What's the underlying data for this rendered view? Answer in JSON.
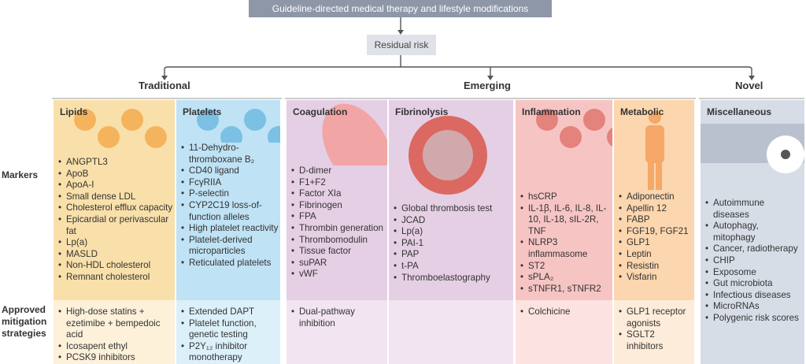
{
  "top": "Guideline-directed medical therapy and lifestyle modifications",
  "residual": "Residual risk",
  "headings": {
    "traditional": "Traditional",
    "emerging": "Emerging",
    "novel": "Novel"
  },
  "rows": {
    "markers": "Markers",
    "strategies": "Approved mitigation strategies"
  },
  "columns": [
    {
      "key": "lipids",
      "title": "Lipids",
      "colors": {
        "markers": "#f9e0aa",
        "strategies": "#fdf1da"
      },
      "markers": [
        "ANGPTL3",
        "ApoB",
        "ApoA-I",
        "Small dense LDL",
        "Cholesterol efflux capacity",
        "Epicardial or perivascular fat",
        "Lp(a)",
        "MASLD",
        "Non-HDL cholesterol",
        "Remnant cholesterol"
      ],
      "strategies": [
        "High-dose statins + ezetimibe + bempedoic acid",
        "Icosapent ethyl",
        "PCSK9 inhibitors"
      ]
    },
    {
      "key": "platelets",
      "title": "Platelets",
      "colors": {
        "markers": "#bfe2f4",
        "strategies": "#dcf0fa"
      },
      "markers": [
        "11-Dehydro-thromboxane B₂",
        "CD40 ligand",
        "FcγRIIA",
        "P-selectin",
        "CYP2C19 loss-of-function alleles",
        "High platelet reactivity",
        "Platelet-derived microparticles",
        "Reticulated platelets"
      ],
      "strategies": [
        "Extended DAPT",
        "Platelet function, genetic testing",
        "P2Y₁₂ inhibitor monotherapy"
      ]
    },
    {
      "key": "coagulation",
      "title": "Coagulation",
      "colors": {
        "markers": "#e5cfe4",
        "strategies": "#f2e4f0"
      },
      "markers": [
        "D-dimer",
        "F1+F2",
        "Factor XIa",
        "Fibrinogen",
        "FPA",
        "Thrombin generation",
        "Thrombomodulin",
        "Tissue factor",
        "suPAR",
        "vWF"
      ],
      "strategies": [
        "Dual-pathway inhibition"
      ]
    },
    {
      "key": "fibrinolysis",
      "title": "Fibrinolysis",
      "colors": {
        "markers": "#e5cfe4",
        "strategies": "#f2e4f0"
      },
      "markers": [
        "Global thrombosis test",
        "JCAD",
        "Lp(a)",
        "PAI-1",
        "PAP",
        "t-PA",
        "Thromboelastography"
      ],
      "strategies": []
    },
    {
      "key": "inflammation",
      "title": "Inflammation",
      "colors": {
        "markers": "#f6c5c3",
        "strategies": "#fce3e1"
      },
      "markers": [
        "hsCRP",
        "IL-1β, IL-6, IL-8, IL-10, IL-18, sIL-2R, TNF",
        "NLRP3 inflammasome",
        "ST2",
        "sPLA₂",
        "sTNFR1, sTNFR2"
      ],
      "strategies": [
        "Colchicine"
      ]
    },
    {
      "key": "metabolic",
      "title": "Metabolic",
      "colors": {
        "markers": "#fbd6ae",
        "strategies": "#fdecd9"
      },
      "markers": [
        "Adiponectin",
        "Apellin 12",
        "FABP",
        "FGF19, FGF21",
        "GLP1",
        "Leptin",
        "Resistin",
        "Visfarin"
      ],
      "strategies": [
        "GLP1 receptor agonists",
        "SGLT2 inhibitors"
      ]
    },
    {
      "key": "miscellaneous",
      "title": "Miscellaneous",
      "colors": {
        "markers": "#d7dde7",
        "strategies": "#d7dde7"
      },
      "markers": [
        "Autoimmune diseases",
        "Autophagy, mitophagy",
        "Cancer, radiotherapy",
        "CHIP",
        "Exposome",
        "Gut microbiota",
        "Infectious diseases",
        "MicroRNAs",
        "Polygenic risk scores"
      ],
      "strategies": []
    }
  ]
}
